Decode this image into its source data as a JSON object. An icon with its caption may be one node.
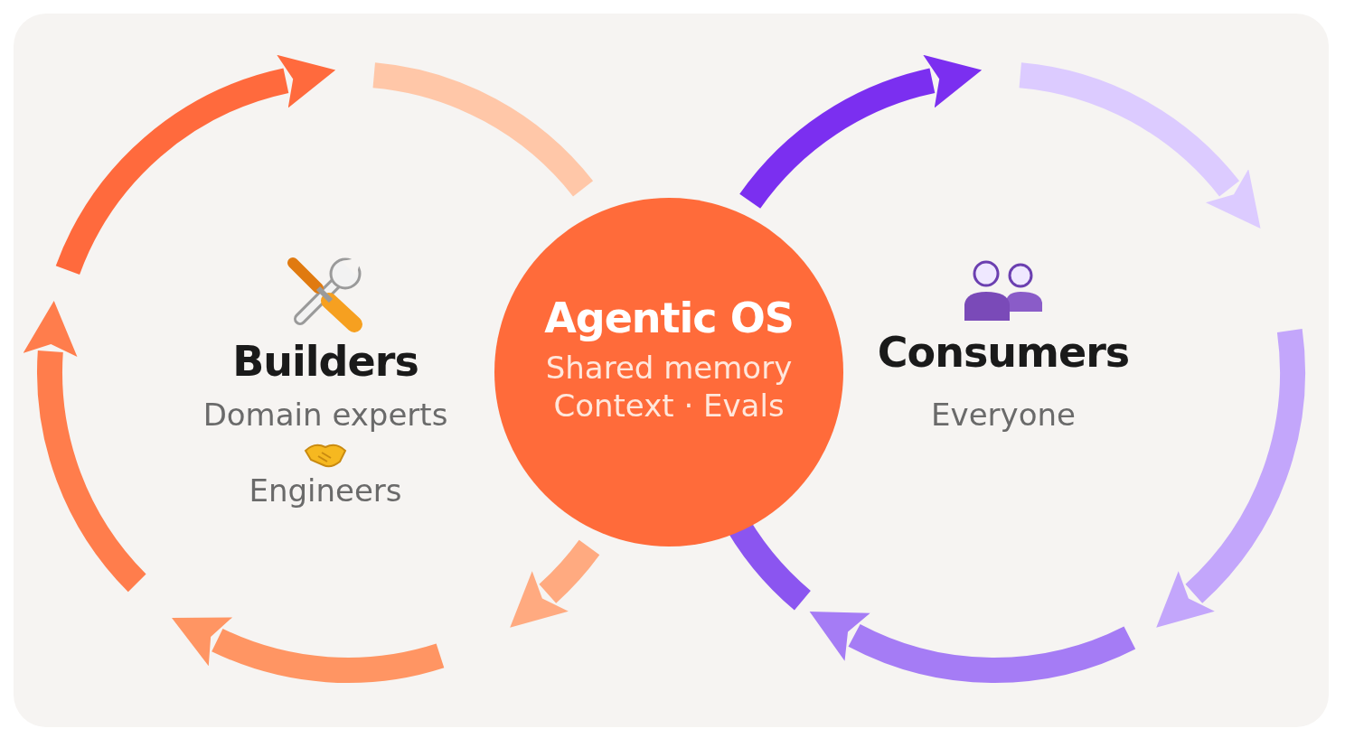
{
  "diagram": {
    "nodes": [
      {
        "text": [
          "Builders",
          "Domain experts",
          "Engineers"
        ]
      },
      {
        "text": [
          "Agentic OS",
          "Shared memory",
          "Context · Evals"
        ]
      },
      {
        "text": [
          "Consumers",
          "Everyone"
        ]
      }
    ]
  }
}
